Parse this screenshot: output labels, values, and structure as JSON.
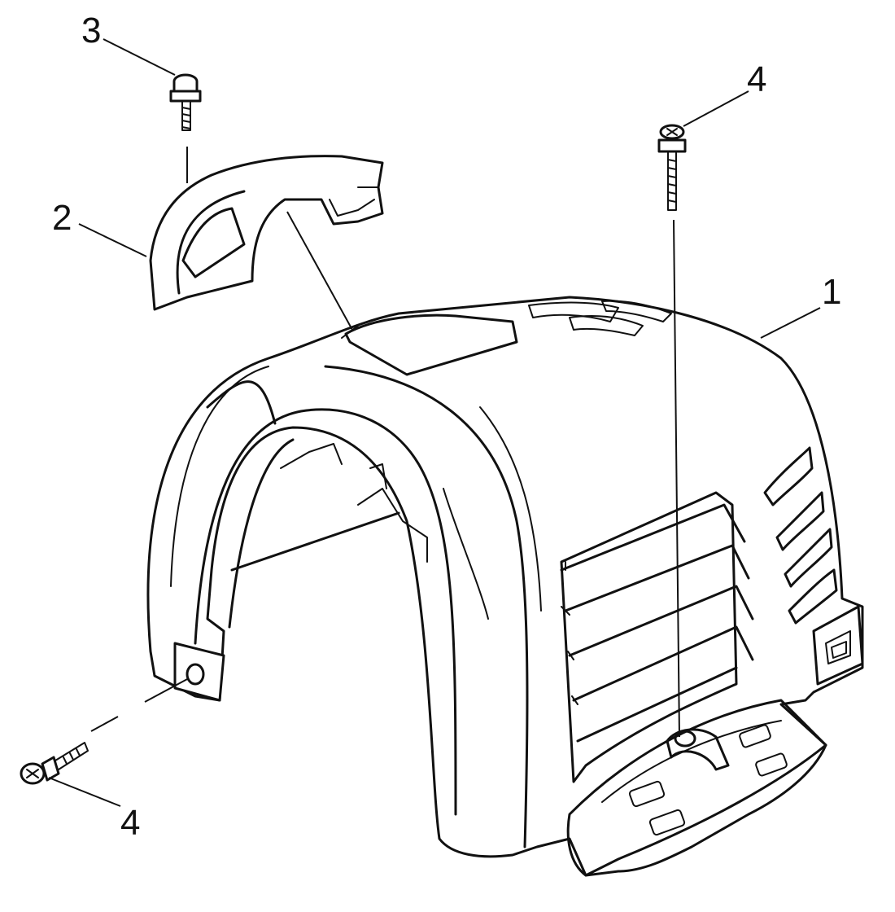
{
  "diagram": {
    "callouts": [
      {
        "id": "c3",
        "label": "3"
      },
      {
        "id": "c4top",
        "label": "4"
      },
      {
        "id": "c2",
        "label": "2"
      },
      {
        "id": "c1",
        "label": "1"
      },
      {
        "id": "c4bot",
        "label": "4"
      }
    ]
  }
}
